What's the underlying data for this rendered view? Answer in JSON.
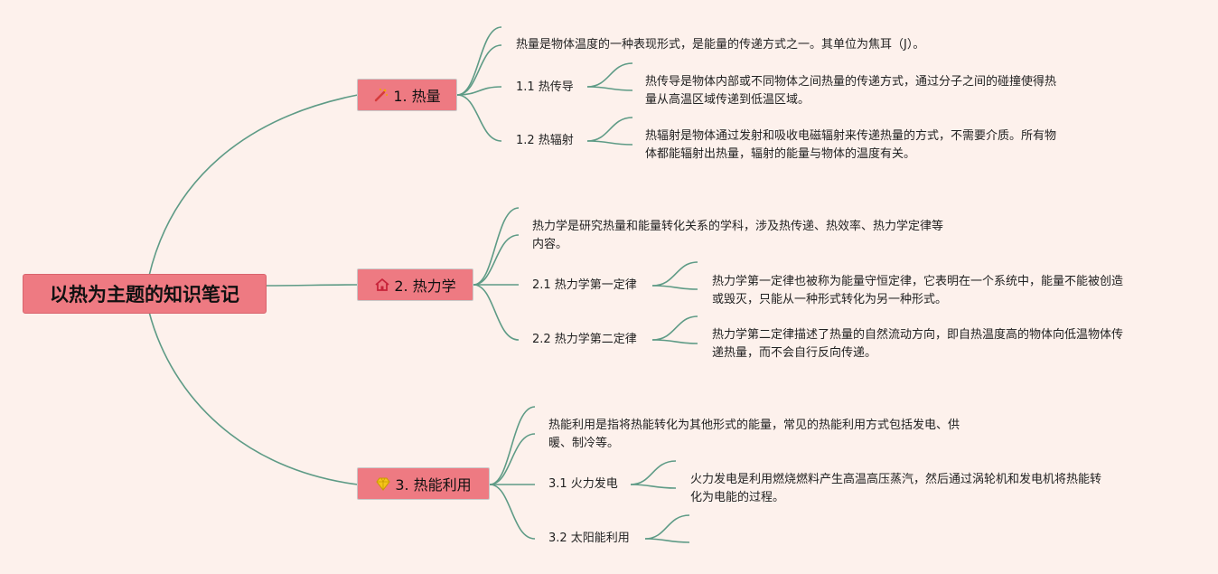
{
  "root": {
    "title": "以热为主题的知识笔记"
  },
  "branches": [
    {
      "icon": "magic-wand-icon",
      "title": "1. 热量",
      "summary": [
        "热量是物体温度的一种表现形式，是能量的传递方式之一。其单位为焦耳（J）。"
      ],
      "subs": [
        {
          "title": "1.1 热传导",
          "detail": [
            "热传导是物体内部或不同物体之间热量的传递方式，通过分子之间的碰撞使得热",
            "量从高温区域传递到低温区域。"
          ]
        },
        {
          "title": "1.2 热辐射",
          "detail": [
            "热辐射是物体通过发射和吸收电磁辐射来传递热量的方式，不需要介质。所有物",
            "体都能辐射出热量，辐射的能量与物体的温度有关。"
          ]
        }
      ]
    },
    {
      "icon": "house-icon",
      "title": "2. 热力学",
      "summary": [
        "热力学是研究热量和能量转化关系的学科，涉及热传递、热效率、热力学定律等",
        "内容。"
      ],
      "subs": [
        {
          "title": "2.1 热力学第一定律",
          "detail": [
            "热力学第一定律也被称为能量守恒定律，它表明在一个系统中，能量不能被创造",
            "或毁灭，只能从一种形式转化为另一种形式。"
          ]
        },
        {
          "title": "2.2 热力学第二定律",
          "detail": [
            "热力学第二定律描述了热量的自然流动方向，即自热温度高的物体向低温物体传",
            "递热量，而不会自行反向传递。"
          ]
        }
      ]
    },
    {
      "icon": "diamond-icon",
      "title": "3. 热能利用",
      "summary": [
        "热能利用是指将热能转化为其他形式的能量，常见的热能利用方式包括发电、供",
        "暖、制冷等。"
      ],
      "subs": [
        {
          "title": "3.1 火力发电",
          "detail": [
            "火力发电是利用燃烧燃料产生高温高压蒸汽，然后通过涡轮机和发电机将热能转",
            "化为电能的过程。"
          ]
        },
        {
          "title": "3.2 太阳能利用",
          "detail": []
        }
      ]
    }
  ],
  "colors": {
    "line": "#5e9b86",
    "node": "#ee7a82",
    "background": "#fdf1ec"
  }
}
